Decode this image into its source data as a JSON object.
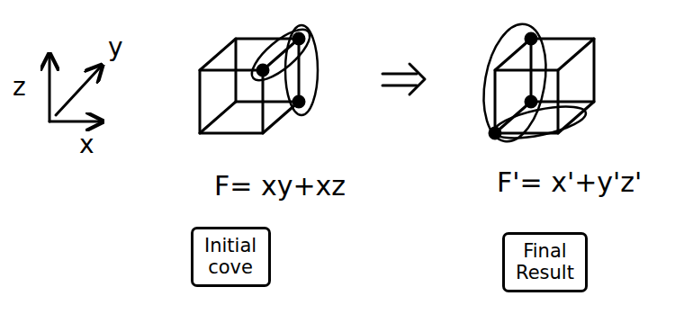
{
  "diagram": {
    "nodes": [
      {
        "text": [
          "Initial cove"
        ]
      },
      {
        "text": [
          "Final Result"
        ]
      }
    ],
    "labels": [
      "z",
      "y",
      "x",
      "F= xy+xz",
      "F'= x'+y'z'"
    ]
  }
}
